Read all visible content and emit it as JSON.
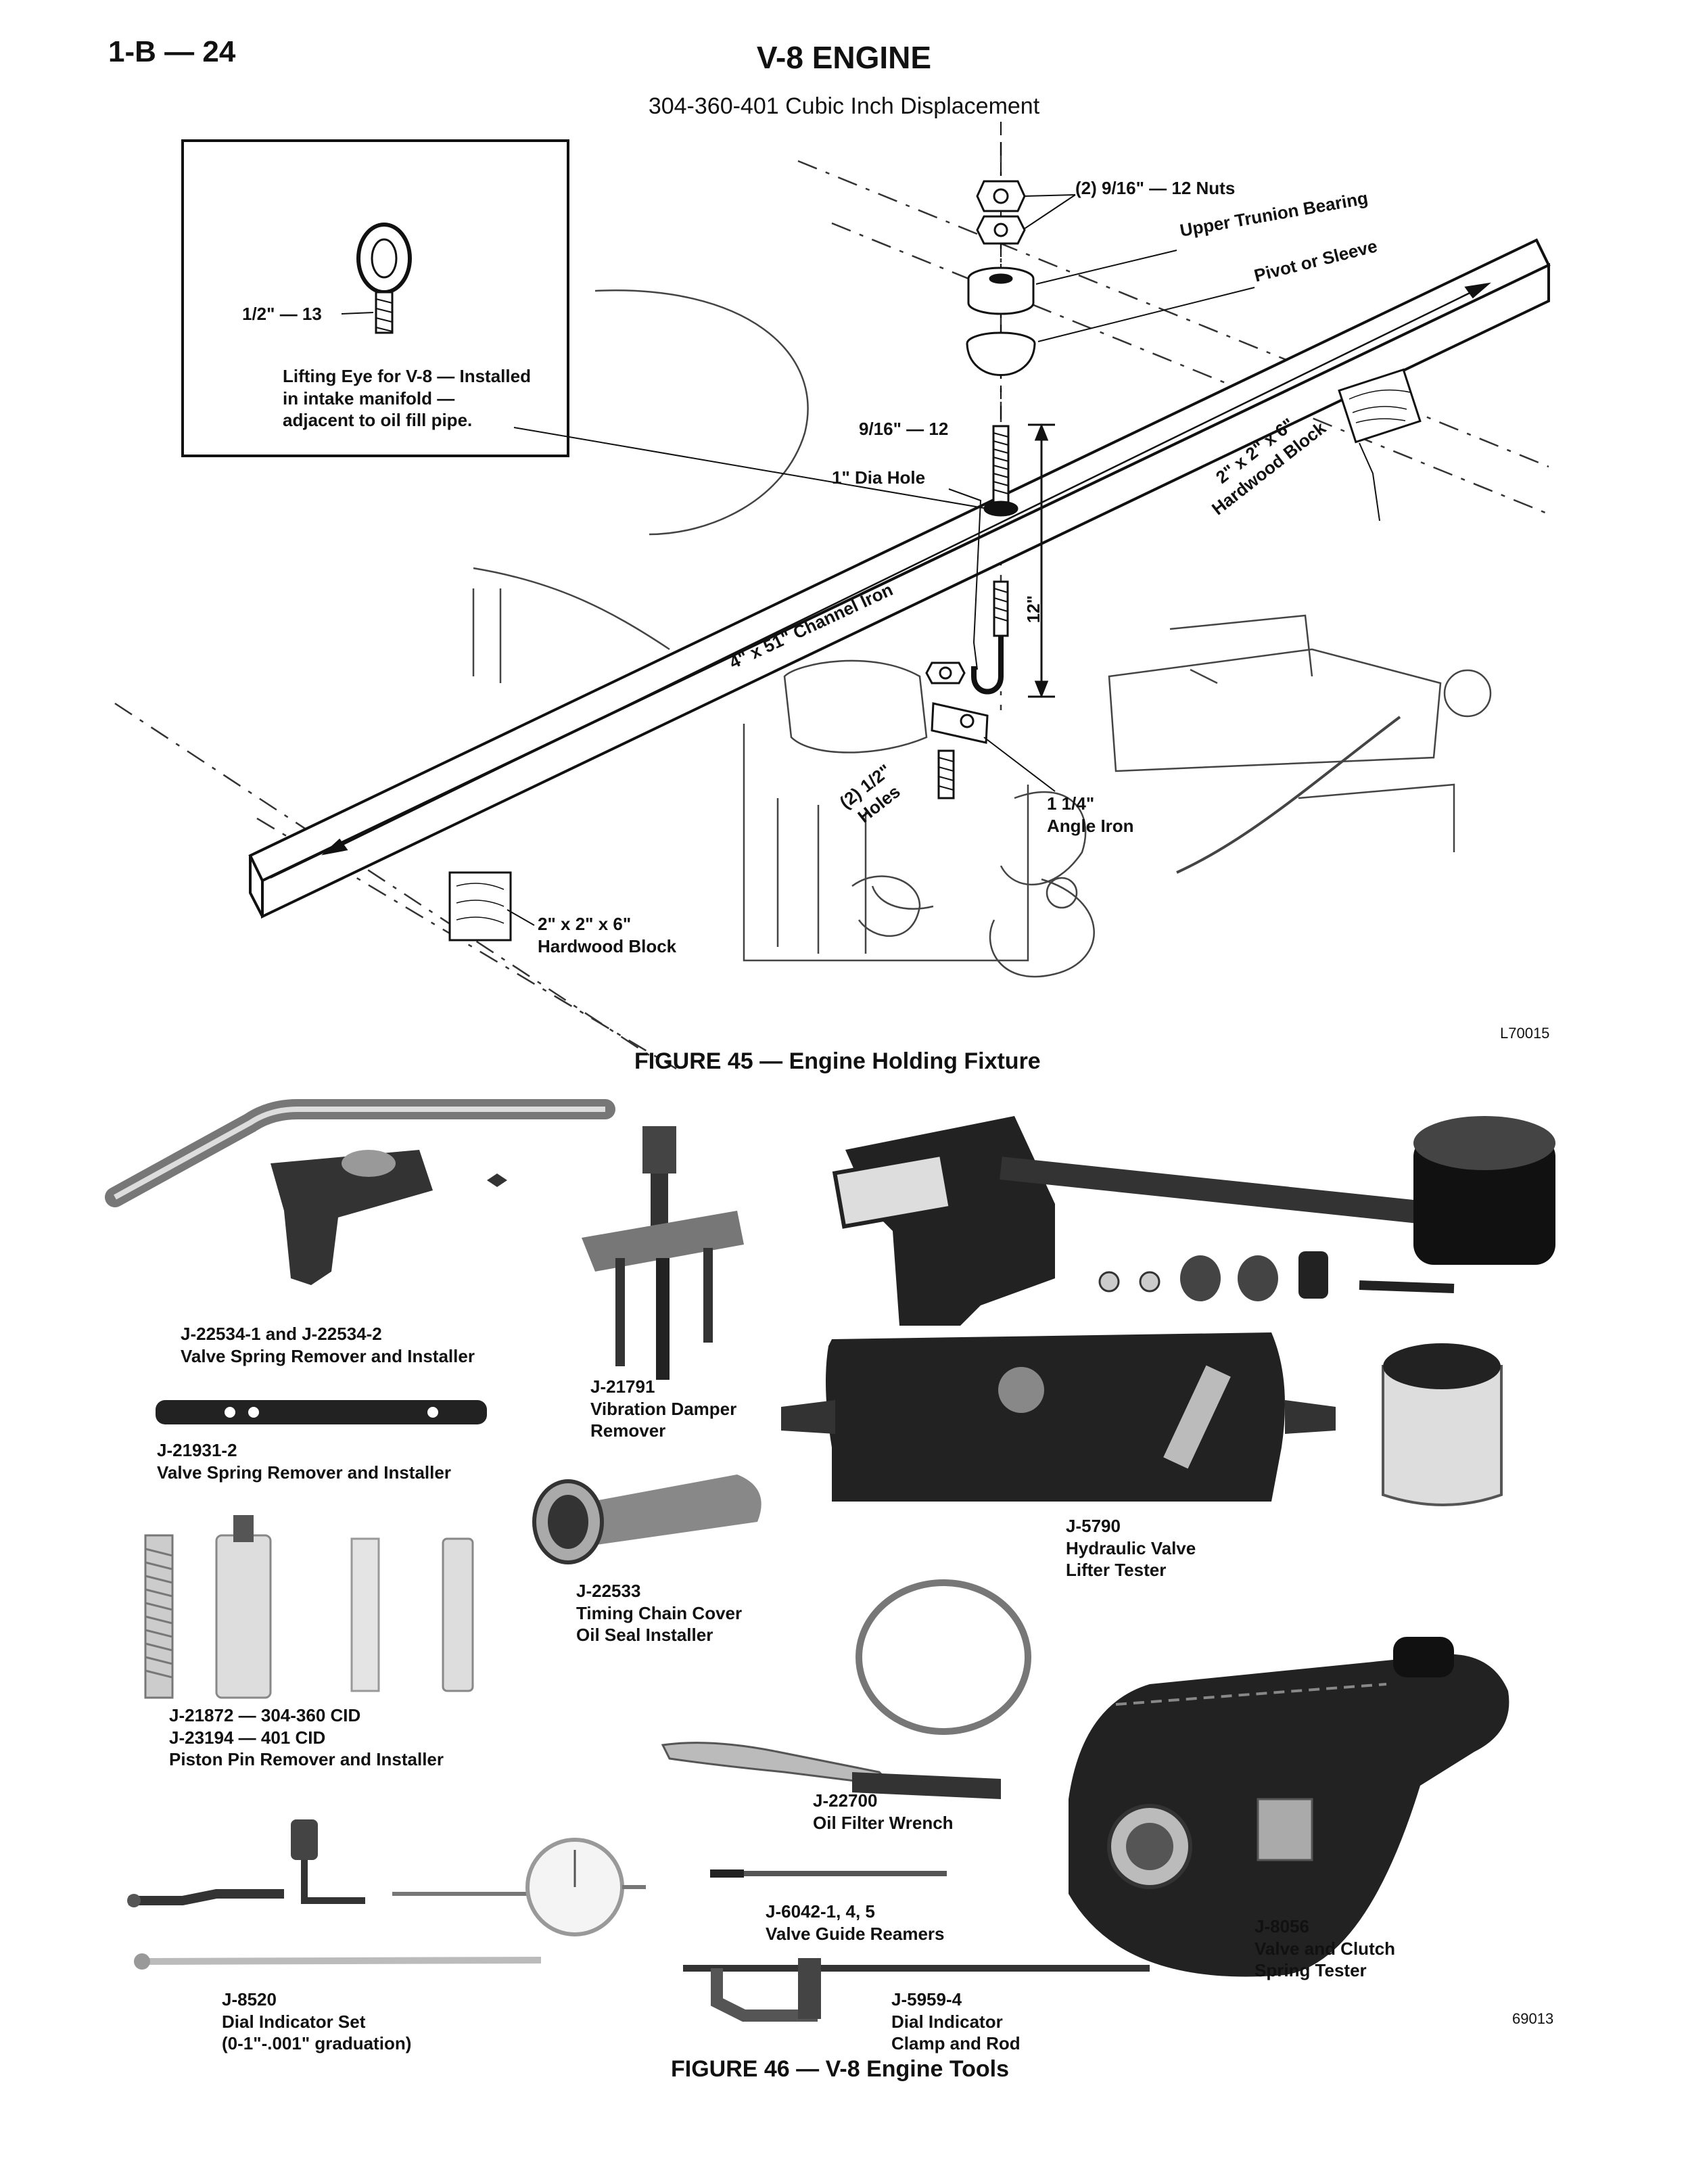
{
  "header": {
    "page_number": "1-B — 24",
    "title": "V-8 ENGINE",
    "subtitle": "304-360-401 Cubic Inch Displacement"
  },
  "figure45": {
    "caption": "FIGURE 45 — Engine Holding Fixture",
    "code": "L70015",
    "inset": {
      "thread": "1/2\" — 13",
      "note": [
        "Lifting Eye for V-8 — Installed",
        "in intake manifold —",
        "adjacent to oil fill pipe."
      ]
    },
    "labels": {
      "nuts": "(2) 9/16\" — 12 Nuts",
      "bearing": "Upper Trunion Bearing",
      "pivot": "Pivot or Sleeve",
      "bolt": "9/16\" — 12",
      "hole": "1\" Dia Hole",
      "block_top": [
        "2\" x 2\" x 6\"",
        "Hardwood Block"
      ],
      "channel": "4\" x 51\" Channel Iron",
      "length": "12\"",
      "holes": [
        "(2) 1/2\"",
        "Holes"
      ],
      "angle": [
        "1 1/4\"",
        "Angle Iron"
      ],
      "block_bottom": [
        "2\" x 2\" x 6\"",
        "Hardwood Block"
      ]
    }
  },
  "figure46": {
    "caption": "FIGURE 46 — V-8 Engine Tools",
    "code": "69013",
    "tools": [
      {
        "id": "j22534",
        "lines": [
          "J-22534-1 and J-22534-2",
          "Valve Spring Remover and Installer"
        ]
      },
      {
        "id": "j21791",
        "lines": [
          "J-21791",
          "Vibration Damper",
          "Remover"
        ]
      },
      {
        "id": "j21931",
        "lines": [
          "J-21931-2",
          "Valve Spring Remover and Installer"
        ]
      },
      {
        "id": "j5790",
        "lines": [
          "J-5790",
          "Hydraulic Valve",
          "Lifter Tester"
        ]
      },
      {
        "id": "j22533",
        "lines": [
          "J-22533",
          "Timing Chain Cover",
          "Oil Seal Installer"
        ]
      },
      {
        "id": "j21872",
        "lines": [
          "J-21872 — 304-360 CID",
          "J-23194 — 401 CID",
          "Piston Pin Remover and Installer"
        ]
      },
      {
        "id": "j22700",
        "lines": [
          "J-22700",
          "Oil Filter Wrench"
        ]
      },
      {
        "id": "j6042",
        "lines": [
          "J-6042-1, 4, 5",
          "Valve Guide Reamers"
        ]
      },
      {
        "id": "j8056",
        "lines": [
          "J-8056",
          "Valve and Clutch",
          "Spring Tester"
        ]
      },
      {
        "id": "j8520",
        "lines": [
          "J-8520",
          "Dial Indicator Set",
          "(0-1\"-.001\" graduation)"
        ]
      },
      {
        "id": "j5959",
        "lines": [
          "J-5959-4",
          "Dial Indicator",
          "Clamp and Rod"
        ]
      }
    ]
  }
}
